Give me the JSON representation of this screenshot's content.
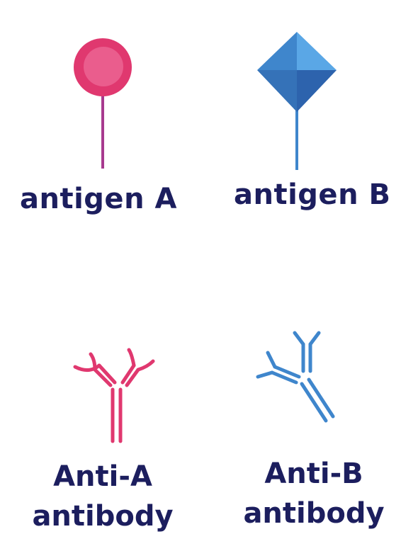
{
  "colors": {
    "text": "#1c1e5e",
    "pink": "#e0386f",
    "pink_light": "#ea5d8d",
    "pink_stem": "#a83a8f",
    "blue": "#3f86cc",
    "blue_dark": "#2d63ad",
    "blue_light": "#5aa7e6"
  },
  "antigens": [
    {
      "label": "antigen A",
      "shape": "circle",
      "color": "pink"
    },
    {
      "label": "antigen B",
      "shape": "diamond",
      "color": "blue"
    }
  ],
  "antibodies": [
    {
      "label_line1": "Anti-A",
      "label_line2": "antibody",
      "color": "pink",
      "orientation": "upright"
    },
    {
      "label_line1": "Anti-B",
      "label_line2": "antibody",
      "color": "blue",
      "orientation": "tilted"
    }
  ]
}
